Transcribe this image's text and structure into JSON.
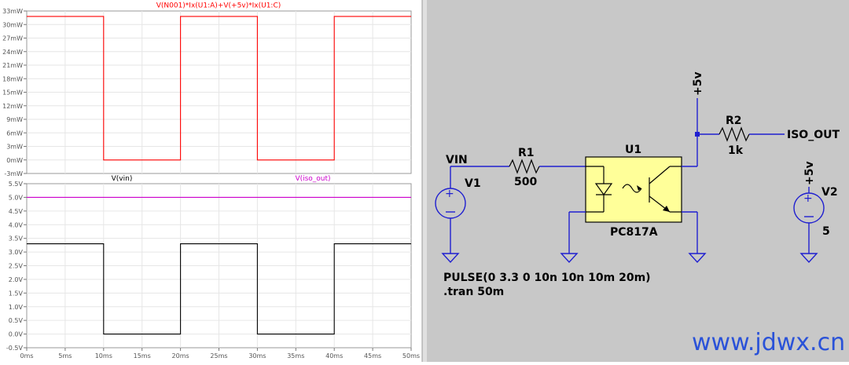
{
  "waveform_viewer": {
    "top_pane": {
      "trace_label": "V(N001)*Ix(U1:A)+V(+5v)*Ix(U1:C)",
      "trace_color": "#ff0000",
      "y_ticks": [
        "33mW",
        "30mW",
        "27mW",
        "24mW",
        "21mW",
        "18mW",
        "15mW",
        "12mW",
        "9mW",
        "6mW",
        "3mW",
        "0mW",
        "-3mW"
      ]
    },
    "bottom_pane": {
      "trace_labels": [
        {
          "label": "V(vin)",
          "color": "#000000"
        },
        {
          "label": "V(iso_out)",
          "color": "#cc00cc"
        }
      ],
      "y_ticks": [
        "5.5V",
        "5.0V",
        "4.5V",
        "4.0V",
        "3.5V",
        "3.0V",
        "2.5V",
        "2.0V",
        "1.5V",
        "1.0V",
        "0.5V",
        "0.0V",
        "-0.5V"
      ]
    },
    "x_ticks": [
      "0ms",
      "5ms",
      "10ms",
      "15ms",
      "20ms",
      "25ms",
      "30ms",
      "35ms",
      "40ms",
      "45ms",
      "50ms"
    ],
    "chart_data": [
      {
        "type": "line",
        "title": "V(N001)*Ix(U1:A)+V(+5v)*Ix(U1:C)",
        "x": [
          0,
          10,
          10,
          20,
          20,
          30,
          30,
          40,
          40,
          50
        ],
        "series": [
          {
            "name": "V(N001)*Ix(U1:A)+V(+5v)*Ix(U1:C)",
            "color": "#ff0000",
            "values": [
              31.8,
              31.8,
              0,
              0,
              31.8,
              31.8,
              0,
              0,
              31.8,
              31.8
            ]
          }
        ],
        "xlim": [
          0,
          50
        ],
        "ylim": [
          -3,
          33
        ],
        "grid": true
      },
      {
        "type": "line",
        "x": [
          0,
          10,
          10,
          20,
          20,
          30,
          30,
          40,
          40,
          50
        ],
        "series": [
          {
            "name": "V(vin)",
            "color": "#000000",
            "values": [
              3.3,
              3.3,
              0,
              0,
              3.3,
              3.3,
              0,
              0,
              3.3,
              3.3
            ]
          },
          {
            "name": "V(iso_out)",
            "color": "#cc00cc",
            "values": [
              5.0,
              5.0,
              5.0,
              5.0,
              5.0,
              5.0,
              5.0,
              5.0,
              5.0,
              5.0
            ]
          }
        ],
        "xlim": [
          0,
          50
        ],
        "ylim": [
          -0.5,
          5.5
        ],
        "grid": true
      }
    ]
  },
  "schematic": {
    "labels": {
      "vin": "VIN",
      "v1": "V1",
      "r1": "R1",
      "r1_value": "500",
      "u1": "U1",
      "u1_part": "PC817A",
      "r2": "R2",
      "r2_value": "1k",
      "iso_out": "ISO_OUT",
      "plus5v_top": "+5v",
      "plus5v_right": "+5v",
      "v2": "V2",
      "v2_value": "5",
      "directive_pulse": "PULSE(0 3.3 0 10n 10n 10m 20m)",
      "directive_tran": ".tran 50m"
    },
    "colors": {
      "background": "#c8c8c8",
      "wire": "#1f1fd0",
      "optocoupler_fill": "#ffff99"
    }
  },
  "watermark": "www.jdwx.cn"
}
